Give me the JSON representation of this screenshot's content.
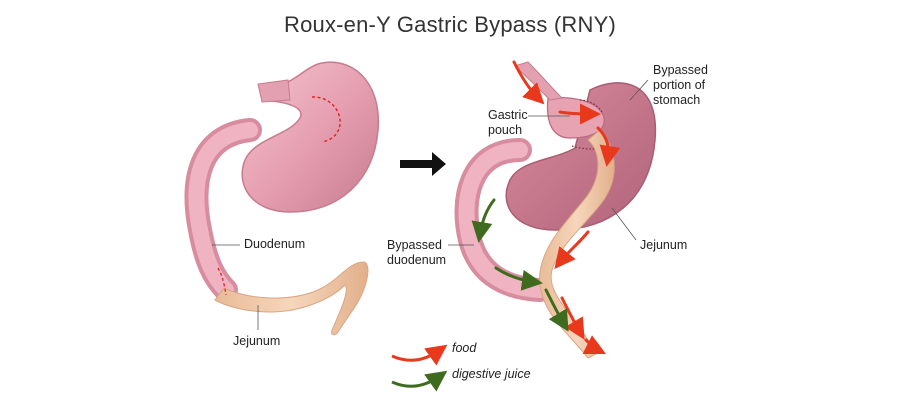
{
  "title": "Roux-en-Y Gastric Bypass (RNY)",
  "labels": {
    "duodenum": "Duodenum",
    "jejunum_left": "Jejunum",
    "gastric_pouch_1": "Gastric",
    "gastric_pouch_2": "pouch",
    "bypassed_duodenum_1": "Bypassed",
    "bypassed_duodenum_2": "duodenum",
    "bypassed_stomach_1": "Bypassed",
    "bypassed_stomach_2": "portion of",
    "bypassed_stomach_3": "stomach",
    "jejunum_right": "Jejunum"
  },
  "legend": {
    "food": "food",
    "digestive_juice": "digestive juice"
  },
  "colors": {
    "stomach": "#e8a3b3",
    "stomach_dark": "#c97a8e",
    "jejunum": "#f0c9aa",
    "jejunum_dark": "#d9a682",
    "food_arrow": "#e8391d",
    "juice_arrow": "#3f6b1e",
    "cut_line": "#e02020"
  }
}
